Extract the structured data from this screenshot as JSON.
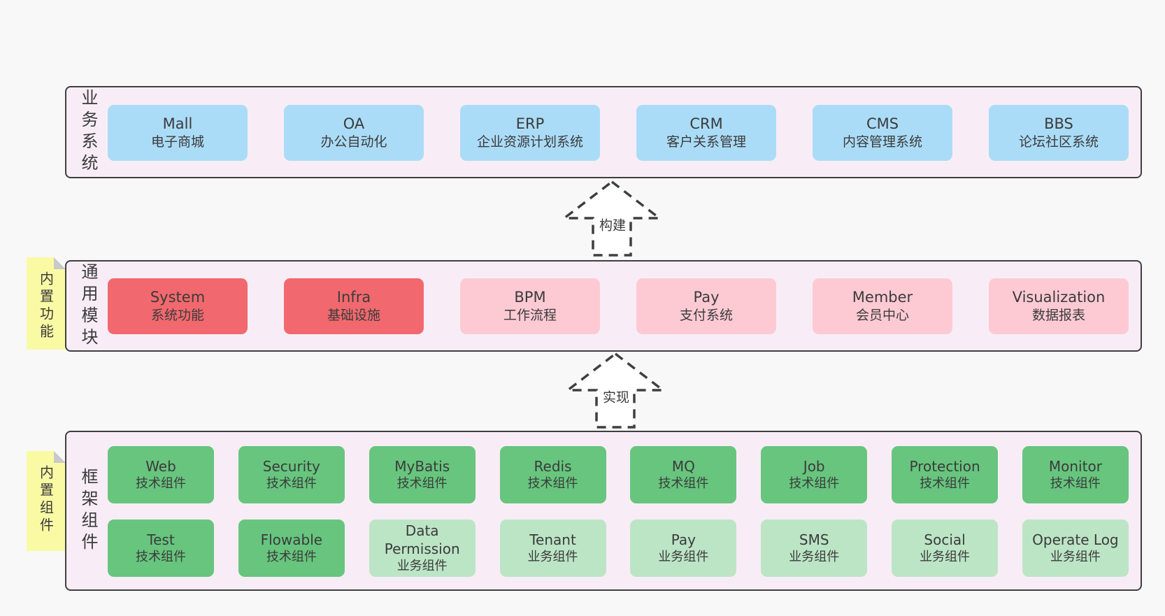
{
  "colors": {
    "page_bg": "#f8f8f8",
    "panel_bg": "#f8edf6",
    "panel_border": "#3f3f3f",
    "box_blue": "#abdcf7",
    "box_red": "#f1696e",
    "box_pink": "#fdcad4",
    "box_green": "#67c57e",
    "box_light_green": "#bce5c6",
    "note_yellow": "#fafaa4",
    "note_fold_gray": "#c9c9c9",
    "text": "#3b3b3b"
  },
  "arrows": [
    {
      "label": "构建"
    },
    {
      "label": "实现"
    }
  ],
  "layers": {
    "business": {
      "side_label": "业务系统",
      "boxes": [
        {
          "en": "Mall",
          "zh": "电子商城"
        },
        {
          "en": "OA",
          "zh": "办公自动化"
        },
        {
          "en": "ERP",
          "zh": "企业资源计划系统"
        },
        {
          "en": "CRM",
          "zh": "客户关系管理"
        },
        {
          "en": "CMS",
          "zh": "内容管理系统"
        },
        {
          "en": "BBS",
          "zh": "论坛社区系统"
        }
      ]
    },
    "modules": {
      "side_label": "通用模块",
      "note": "内置功能",
      "boxes": [
        {
          "en": "System",
          "zh": "系统功能",
          "variant": "red"
        },
        {
          "en": "Infra",
          "zh": "基础设施",
          "variant": "red"
        },
        {
          "en": "BPM",
          "zh": "工作流程",
          "variant": "pink"
        },
        {
          "en": "Pay",
          "zh": "支付系统",
          "variant": "pink"
        },
        {
          "en": "Member",
          "zh": "会员中心",
          "variant": "pink"
        },
        {
          "en": "Visualization",
          "zh": "数据报表",
          "variant": "pink"
        }
      ]
    },
    "components": {
      "side_label": "框架组件",
      "note": "内置组件",
      "row1": [
        {
          "en": "Web",
          "zh": "技术组件",
          "variant": "green"
        },
        {
          "en": "Security",
          "zh": "技术组件",
          "variant": "green"
        },
        {
          "en": "MyBatis",
          "zh": "技术组件",
          "variant": "green"
        },
        {
          "en": "Redis",
          "zh": "技术组件",
          "variant": "green"
        },
        {
          "en": "MQ",
          "zh": "技术组件",
          "variant": "green"
        },
        {
          "en": "Job",
          "zh": "技术组件",
          "variant": "green"
        },
        {
          "en": "Protection",
          "zh": "技术组件",
          "variant": "green"
        },
        {
          "en": "Monitor",
          "zh": "技术组件",
          "variant": "green"
        }
      ],
      "row2": [
        {
          "en": "Test",
          "zh": "技术组件",
          "variant": "green"
        },
        {
          "en": "Flowable",
          "zh": "技术组件",
          "variant": "green"
        },
        {
          "en": "Data Permission",
          "zh": "业务组件",
          "variant": "lightgreen"
        },
        {
          "en": "Tenant",
          "zh": "业务组件",
          "variant": "lightgreen"
        },
        {
          "en": "Pay",
          "zh": "业务组件",
          "variant": "lightgreen"
        },
        {
          "en": "SMS",
          "zh": "业务组件",
          "variant": "lightgreen"
        },
        {
          "en": "Social",
          "zh": "业务组件",
          "variant": "lightgreen"
        },
        {
          "en": "Operate Log",
          "zh": "业务组件",
          "variant": "lightgreen"
        }
      ]
    }
  }
}
